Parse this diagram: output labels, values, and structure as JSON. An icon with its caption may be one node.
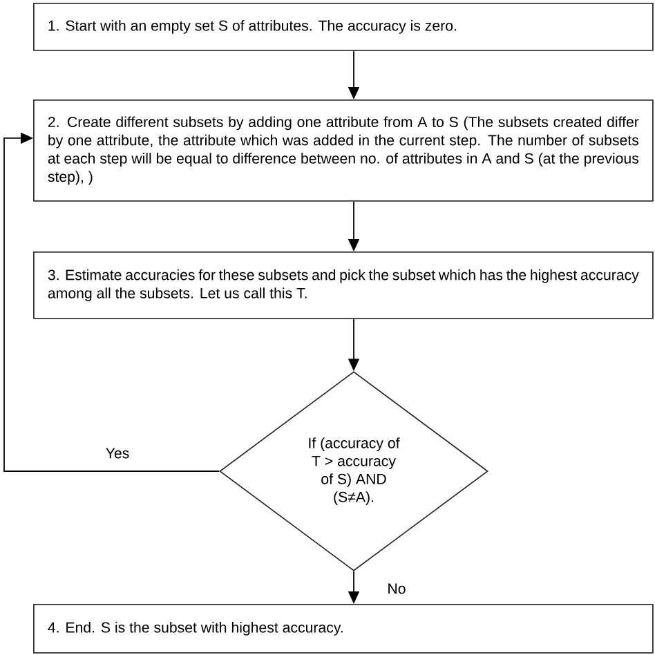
{
  "diagram": {
    "nodes": [
      {
        "text": [
          "1. Start with an empty set S of attributes. The accuracy is zero."
        ]
      },
      {
        "text": [
          "2. Create different subsets by adding one attribute from A to S (The subsets created differ by one attribute, the attribute which was added in the current step. The number of subsets at each step will be equal to difference between no. of attributes in A and S (at the previous step), )"
        ]
      },
      {
        "text": [
          "3. Estimate accuracies for these subsets and pick the subset which has the highest accuracy among all the subsets. Let us call this T."
        ]
      },
      {
        "text": [
          "If (accuracy of T > accuracy of S) AND (S≠A)."
        ]
      },
      {
        "text": [
          "4. End. S is the subset with highest accuracy."
        ]
      }
    ],
    "edges": [
      {
        "from": 0,
        "to": 1,
        "arrow": "to"
      },
      {
        "from": 1,
        "to": 2,
        "arrow": "to"
      },
      {
        "from": 2,
        "to": 3,
        "arrow": "to"
      },
      {
        "from": 3,
        "to": 1,
        "arrow": "to",
        "label": "Yes"
      },
      {
        "from": 3,
        "to": 4,
        "arrow": "to",
        "label": "No"
      }
    ]
  }
}
